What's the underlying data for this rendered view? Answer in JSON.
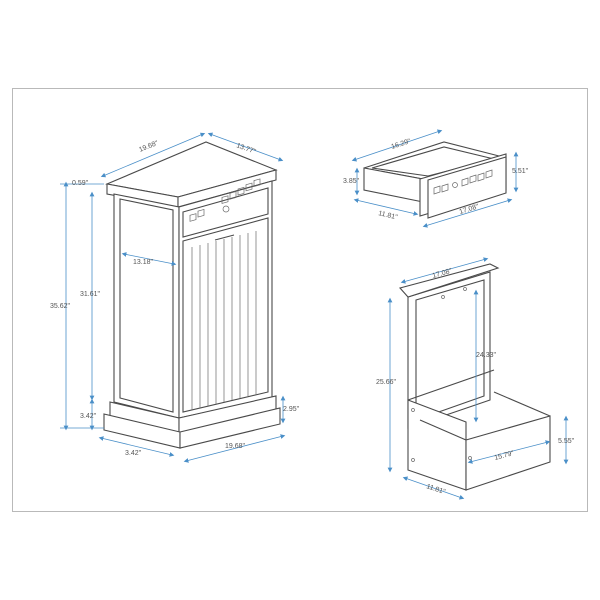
{
  "dimensions": {
    "cabinet": {
      "top_width": "19.68\"",
      "top_depth": "13.77\"",
      "top_thickness": "0.59\"",
      "overall_height": "35.62\"",
      "body_height": "31.61\"",
      "door_width": "13.18\"",
      "base_height": "3.42\"",
      "plinth_height": "2.95\"",
      "base_depth": "3.42\"",
      "base_width": "19.68\""
    },
    "drawer": {
      "inner_width": "16.29\"",
      "height_left": "3.85\"",
      "depth": "11.81\"",
      "front_width": "17.08\"",
      "front_height": "5.51\""
    },
    "hamper_frame": {
      "top_width": "17.08\"",
      "height": "25.66\"",
      "inner_height": "24.33\"",
      "front_height": "5.55\"",
      "inner_width": "15.79\"",
      "depth": "11.81\""
    }
  }
}
